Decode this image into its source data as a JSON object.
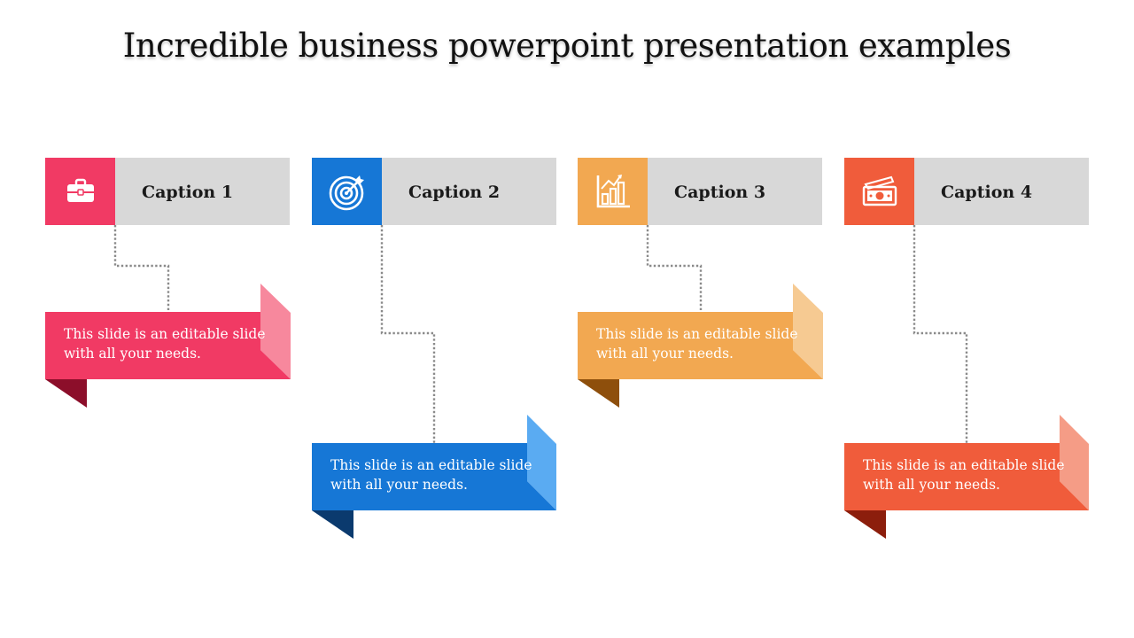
{
  "title": "Incredible business powerpoint presentation examples",
  "items": [
    {
      "caption": "Caption 1",
      "text": "This slide is an editable slide with all your needs.",
      "icon": "briefcase-icon",
      "color": "#f13a64",
      "light": "#f7889d",
      "dark": "#8c0e2a"
    },
    {
      "caption": "Caption 2",
      "text": "This slide is an editable slide with all your needs.",
      "icon": "target-icon",
      "color": "#1677d6",
      "light": "#5aabf2",
      "dark": "#0b3a6e"
    },
    {
      "caption": "Caption 3",
      "text": "This slide is an editable slide with all your needs.",
      "icon": "bar-chart-icon",
      "color": "#f2a851",
      "light": "#f6ca92",
      "dark": "#8e4f0c"
    },
    {
      "caption": "Caption 4",
      "text": "This slide is an editable slide with all your needs.",
      "icon": "money-icon",
      "color": "#f05c3b",
      "light": "#f59c86",
      "dark": "#8c1e0c"
    }
  ]
}
